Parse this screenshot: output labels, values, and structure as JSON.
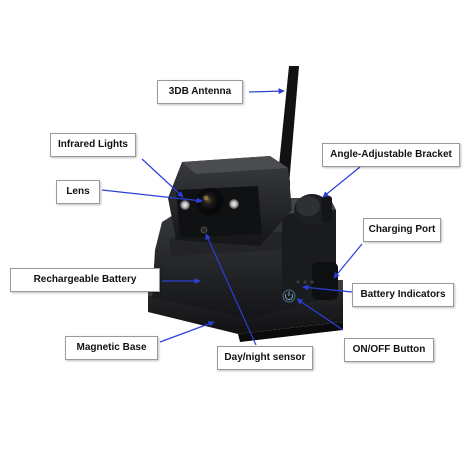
{
  "colors": {
    "leader": "#2b3fd6",
    "camera_body": "#1b1c1e",
    "camera_highlight": "#3a3c40",
    "lens_ring": "#0c0c0d"
  },
  "labels": {
    "antenna": "3DB Antenna",
    "infrared_lights": "Infrared Lights",
    "bracket": "Angle-Adjustable Bracket",
    "lens": "Lens",
    "charging_port": "Charging Port",
    "battery": "Rechargeable Battery",
    "battery_indicators": "Battery Indicators",
    "magnetic_base": "Magnetic Base",
    "onoff_button": "ON/OFF Button",
    "day_night_sensor": "Day/night sensor"
  }
}
